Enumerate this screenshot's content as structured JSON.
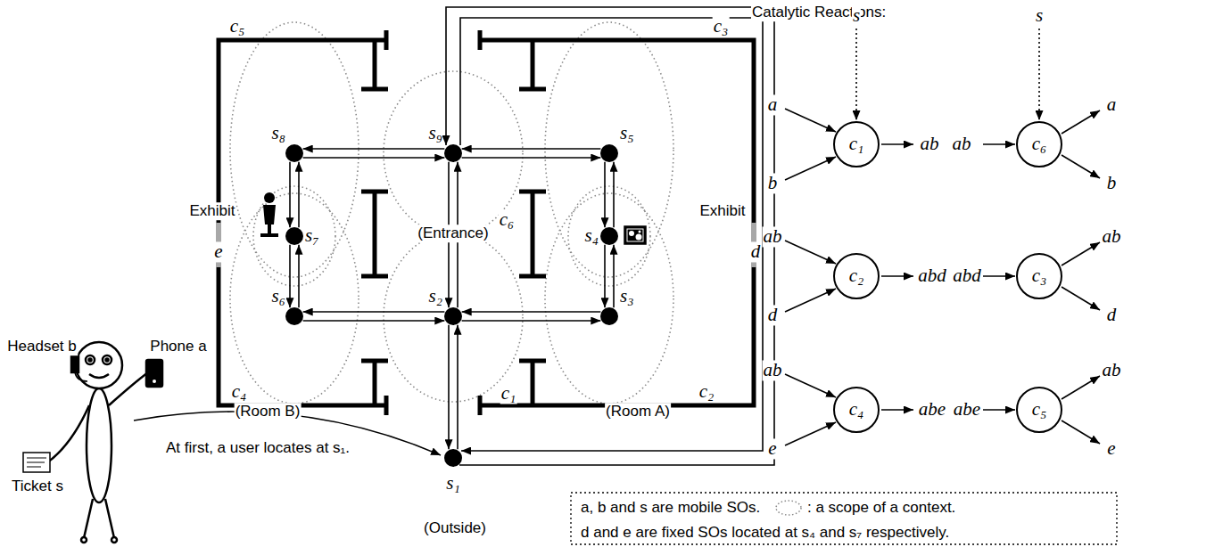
{
  "diagram": {
    "nodes": [
      {
        "text": [
          "s₁"
        ]
      },
      {
        "text": [
          "s₂"
        ]
      },
      {
        "text": [
          "s₃"
        ]
      },
      {
        "text": [
          "s₄"
        ]
      },
      {
        "text": [
          "s₅"
        ]
      },
      {
        "text": [
          "s₆"
        ]
      },
      {
        "text": [
          "s₇"
        ]
      },
      {
        "text": [
          "s₈"
        ]
      },
      {
        "text": [
          "s₉"
        ]
      },
      {
        "text": [
          "c₁"
        ]
      },
      {
        "text": [
          "c₆"
        ]
      },
      {
        "text": [
          "c₂"
        ]
      },
      {
        "text": [
          "c₃"
        ]
      },
      {
        "text": [
          "c₄"
        ]
      },
      {
        "text": [
          "c₅"
        ]
      }
    ],
    "edges": [
      {
        "from": 0,
        "to": 1,
        "arrow": "to"
      },
      {
        "from": 1,
        "to": 0,
        "arrow": "to"
      },
      {
        "from": 1,
        "to": 8,
        "arrow": "to"
      },
      {
        "from": 8,
        "to": 1,
        "arrow": "to"
      },
      {
        "from": 1,
        "to": 2,
        "arrow": "to"
      },
      {
        "from": 2,
        "to": 1,
        "arrow": "to"
      },
      {
        "from": 1,
        "to": 5,
        "arrow": "to"
      },
      {
        "from": 5,
        "to": 1,
        "arrow": "to"
      },
      {
        "from": 8,
        "to": 4,
        "arrow": "to"
      },
      {
        "from": 4,
        "to": 8,
        "arrow": "to"
      },
      {
        "from": 8,
        "to": 7,
        "arrow": "to"
      },
      {
        "from": 7,
        "to": 8,
        "arrow": "to"
      },
      {
        "from": 2,
        "to": 3,
        "arrow": "to"
      },
      {
        "from": 3,
        "to": 2,
        "arrow": "to"
      },
      {
        "from": 3,
        "to": 4,
        "arrow": "to"
      },
      {
        "from": 4,
        "to": 3,
        "arrow": "to"
      },
      {
        "from": 5,
        "to": 6,
        "arrow": "to"
      },
      {
        "from": 6,
        "to": 5,
        "arrow": "to"
      },
      {
        "from": 6,
        "to": 7,
        "arrow": "to"
      },
      {
        "from": 7,
        "to": 6,
        "arrow": "to"
      },
      {
        "from": 0,
        "to": 8,
        "arrow": "to"
      },
      {
        "from": 8,
        "to": 0,
        "arrow": "to"
      }
    ],
    "labels": [
      "Catalytic Reactions:",
      "c₅",
      "c₃",
      "c₆",
      "c₄",
      "c₂",
      "c₁",
      "(Entrance)",
      "(Room B)",
      "(Room A)",
      "Exhibit",
      "e",
      "Exhibit",
      "d",
      "(Outside)",
      "Headset b",
      "Phone a",
      "Ticket s",
      "At first, a user locates at s₁.",
      "s",
      "a",
      "b",
      "ab",
      "s",
      "ab",
      "a",
      "b",
      "ab",
      "d",
      "abd",
      "abd",
      "ab",
      "d",
      "ab",
      "e",
      "abe",
      "abe",
      "ab",
      "e",
      "a, b and s are mobile SOs.",
      "d and e are fixed SOs located at s₄ and s₇ respectively."
    ],
    "legend": [
      {
        "text": ": a scope of a context."
      }
    ]
  }
}
